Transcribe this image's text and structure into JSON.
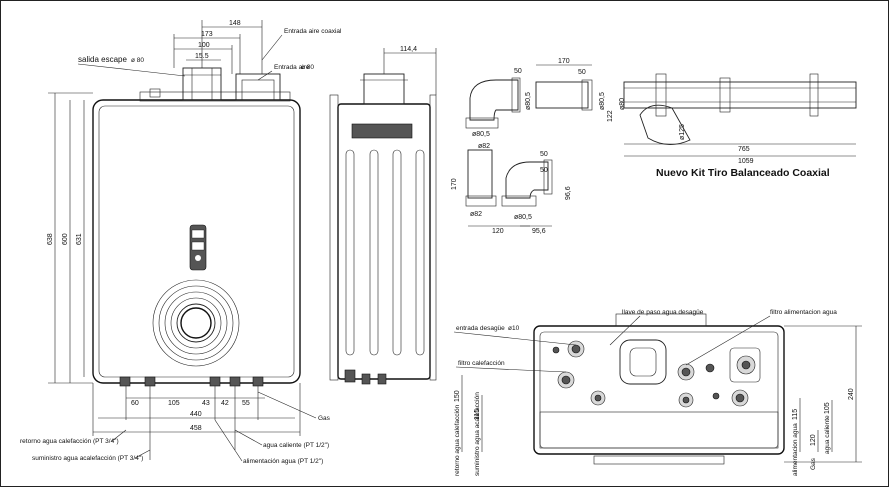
{
  "front": {
    "dims": {
      "d148": "148",
      "d173": "173",
      "d100": "100",
      "d155": "15.5",
      "d638": "638",
      "d600": "600",
      "d631": "631",
      "d60": "60",
      "d105": "105",
      "d43": "43",
      "d42": "42",
      "d55": "55",
      "d440": "440",
      "d458": "458"
    },
    "labels": {
      "salida_escape": "salida escape",
      "salida_escape_dia": "ø 80",
      "entrada_aire": "Entrada aire coaxial",
      "entrada_aire_label": "Entrada aire",
      "entrada_aire_dia": "ø 80",
      "retorno": "retorno agua calefacción (PT 3/4\")",
      "suministro": "suministro agua acalefacción (PT 3/4\")",
      "agua_caliente": "agua caliente (PT 1/2\")",
      "alimentacion": "alimentación agua (PT 1/2\")",
      "gas": "Gas"
    }
  },
  "side": {
    "dims": {
      "d1144": "114,4"
    }
  },
  "kit": {
    "title": "Nuevo Kit Tiro Balanceado Coaxial",
    "dims": {
      "d50a": "50",
      "d170": "170",
      "d50b": "50",
      "d122": "122",
      "d765": "765",
      "d1059": "1059",
      "d50c": "50",
      "d170v": "170",
      "d50d": "50",
      "d120": "120",
      "d956": "95,6",
      "d966": "96,6",
      "dia805a": "ø80,5",
      "dia805b": "ø80,5",
      "dia805c": "ø80,5",
      "dia82a": "ø82",
      "dia82b": "ø82",
      "dia805d": "ø80,5",
      "dia125": "ø125",
      "dia80": "ø80"
    }
  },
  "bottom": {
    "labels": {
      "entrada_desague": "entrada desagüe",
      "entrada_desague_dia": "ø10",
      "llave_paso": "llave de paso agua desagüe",
      "filtro_alimentacion": "filtro alimentacion agua",
      "filtro_calefaccion": "filtro calefacción",
      "retorno_v": "retorno agua calefacción",
      "suministro_v": "suministro agua acalefacción",
      "alimentacion_v": "alimentacion agua",
      "gas_v": "Gas",
      "agua_caliente_v": "agua caliente"
    },
    "dims": {
      "d150": "150",
      "d115a": "115",
      "d115b": "115",
      "d120": "120",
      "d105": "105",
      "d240": "240"
    }
  }
}
